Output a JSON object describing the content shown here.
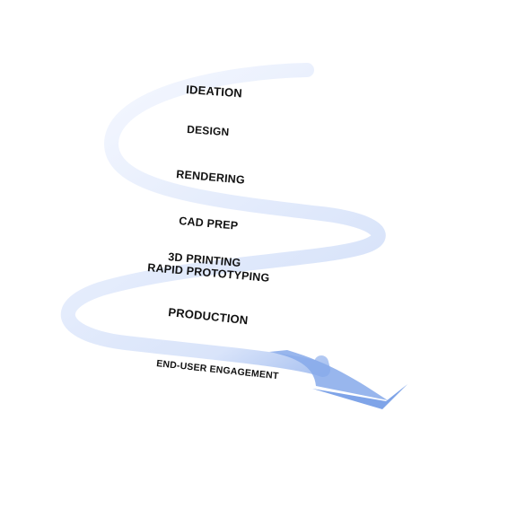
{
  "diagram": {
    "stages": [
      "IDEATION",
      "DESIGN",
      "RENDERING",
      "CAD PREP",
      "3D PRINTING",
      "RAPID PROTOTYPING",
      "PRODUCTION",
      "END-USER ENGAGEMENT"
    ],
    "colors": {
      "arrow_start": "#f1f5fe",
      "arrow_mid": "#d9e4fa",
      "arrow_end": "#7fa4e8",
      "text": "#111111"
    }
  }
}
